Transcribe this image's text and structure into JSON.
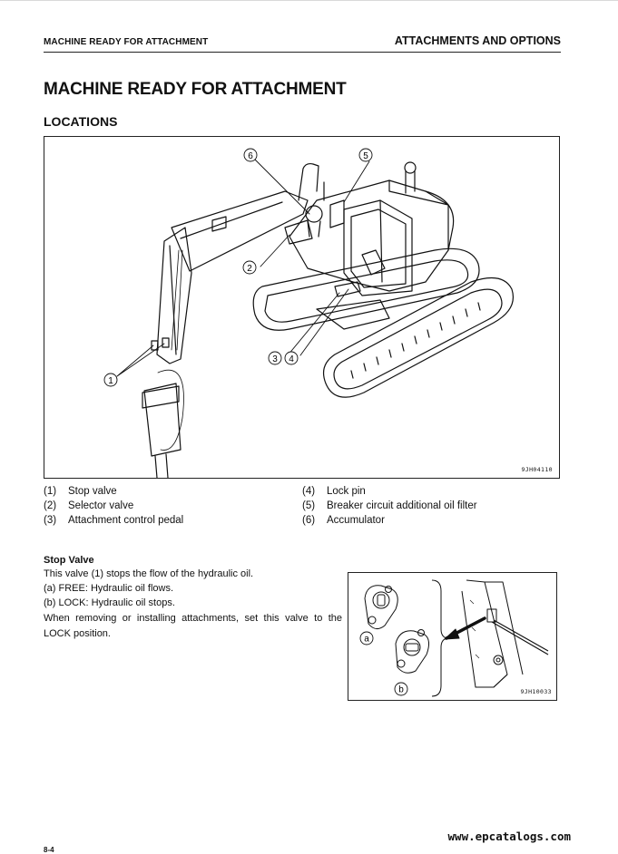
{
  "header": {
    "left_title": "MACHINE READY FOR ATTACHMENT",
    "right_title": "ATTACHMENTS AND OPTIONS"
  },
  "page_title": "MACHINE READY FOR ATTACHMENT",
  "section_title": "LOCATIONS",
  "figure1": {
    "code": "9JH04110",
    "callouts": [
      "6",
      "5",
      "2",
      "3",
      "4",
      "1"
    ]
  },
  "legend": [
    {
      "num": "(1)",
      "label": "Stop valve"
    },
    {
      "num": "(2)",
      "label": "Selector valve"
    },
    {
      "num": "(3)",
      "label": "Attachment control pedal"
    },
    {
      "num": "(4)",
      "label": "Lock pin"
    },
    {
      "num": "(5)",
      "label": "Breaker circuit additional oil filter"
    },
    {
      "num": "(6)",
      "label": "Accumulator"
    }
  ],
  "stop_valve": {
    "heading": "Stop Valve",
    "line1": "This valve (1) stops the flow of the hydraulic oil.",
    "line2": "(a) FREE: Hydraulic oil flows.",
    "line3": "(b) LOCK: Hydraulic oil stops.",
    "line4": "When removing or installing attachments, set this valve to the LOCK position."
  },
  "figure2": {
    "code": "9JH10033",
    "label_a": "a",
    "label_b": "b"
  },
  "footer": {
    "url": "www.epcatalogs.com",
    "page_number": "8-4"
  }
}
